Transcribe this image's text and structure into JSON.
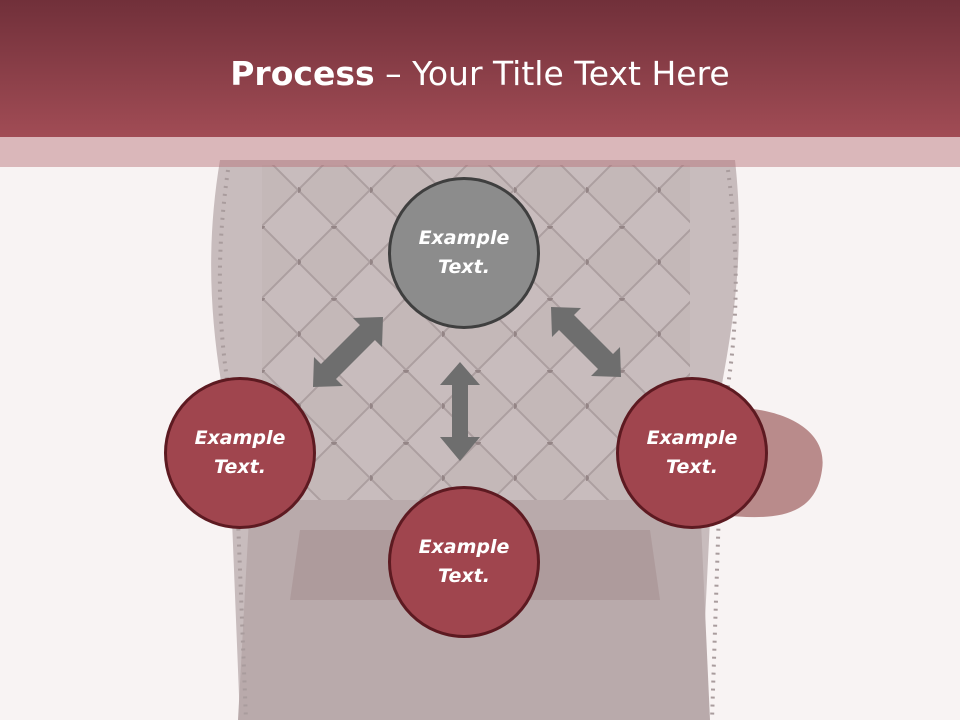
{
  "title": {
    "bold": "Process",
    "rest": " – Your Title Text Here"
  },
  "nodes": {
    "top": "Example Text.",
    "left": "Example Text.",
    "right": "Example Text.",
    "bottom": "Example Text."
  },
  "colors": {
    "header": "#a14c55",
    "node_red": "#a0454e",
    "node_grey": "#8c8c8c",
    "arrow": "#6e6e6e"
  }
}
